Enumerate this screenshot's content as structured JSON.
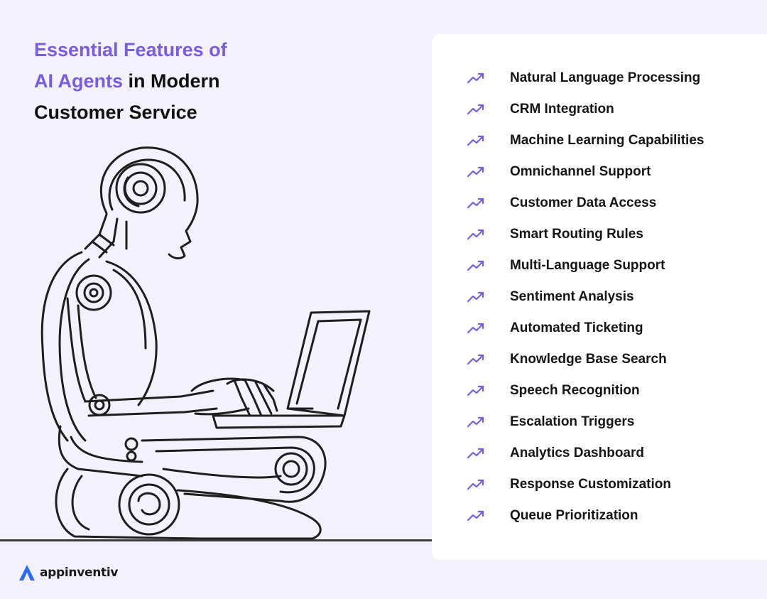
{
  "title": {
    "accent_part1": "Essential Features of",
    "accent_part2": "AI Agents",
    "rest_part1": " in Modern",
    "rest_part2": "Customer Service"
  },
  "features": [
    {
      "label": "Natural Language Processing",
      "icon": "trending-up-icon"
    },
    {
      "label": "CRM Integration",
      "icon": "trending-up-icon"
    },
    {
      "label": "Machine Learning Capabilities",
      "icon": "trending-up-icon"
    },
    {
      "label": "Omnichannel Support",
      "icon": "trending-up-icon"
    },
    {
      "label": "Customer Data Access",
      "icon": "trending-up-icon"
    },
    {
      "label": "Smart Routing Rules",
      "icon": "trending-up-icon"
    },
    {
      "label": "Multi-Language Support",
      "icon": "trending-up-icon"
    },
    {
      "label": "Sentiment Analysis",
      "icon": "trending-up-icon"
    },
    {
      "label": "Automated Ticketing",
      "icon": "trending-up-icon"
    },
    {
      "label": "Knowledge Base Search",
      "icon": "trending-up-icon"
    },
    {
      "label": "Speech Recognition",
      "icon": "trending-up-icon"
    },
    {
      "label": "Escalation Triggers",
      "icon": "trending-up-icon"
    },
    {
      "label": "Analytics Dashboard",
      "icon": "trending-up-icon"
    },
    {
      "label": "Response Customization",
      "icon": "trending-up-icon"
    },
    {
      "label": "Queue Prioritization",
      "icon": "trending-up-icon"
    }
  ],
  "brand": {
    "name": "appinventiv",
    "accent_color": "#7a5ce0",
    "logo_color": "#2a6cf0"
  }
}
